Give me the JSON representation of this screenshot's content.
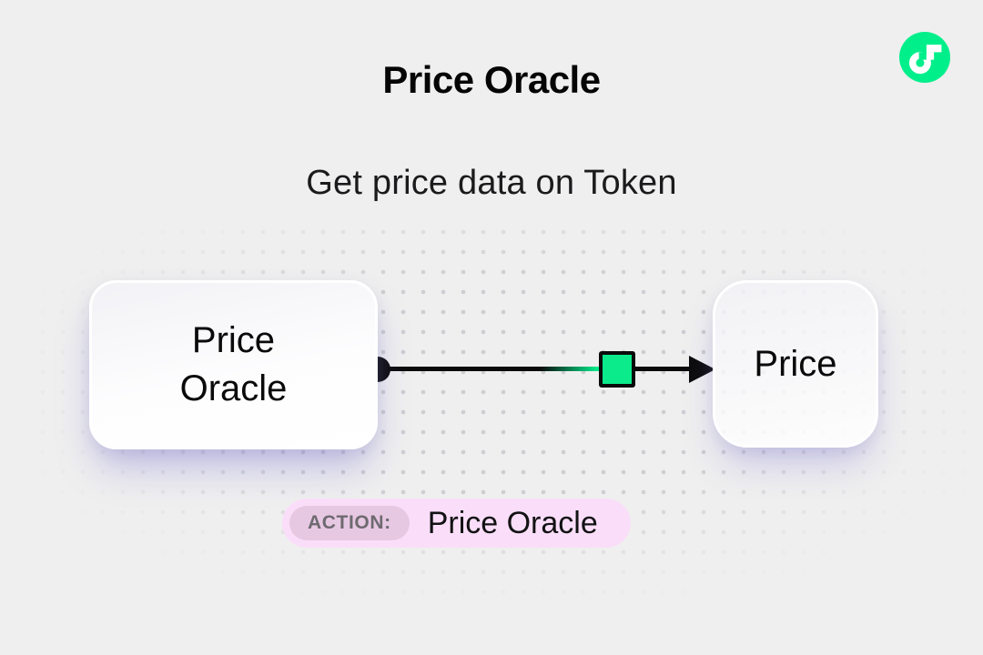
{
  "page": {
    "title": "Price Oracle",
    "subtitle": "Get price data on Token"
  },
  "logo": {
    "icon": "flow-blockchain-logo",
    "color": "#00EF8B"
  },
  "diagram": {
    "source_node": {
      "label": "Price Oracle"
    },
    "target_node": {
      "label": "Price"
    },
    "connector": {
      "style": "arrow-right",
      "packet_color": "#0BEB8C",
      "line_color": "#0b0b0c"
    }
  },
  "action_badge": {
    "label": "ACTION:",
    "value": "Price Oracle",
    "background": "#FADEF9",
    "label_background": "#E7C8E3"
  },
  "colors": {
    "background": "#EFEFEF",
    "accent_green": "#00EF8B",
    "dot_grid": "#CDCDD2"
  }
}
